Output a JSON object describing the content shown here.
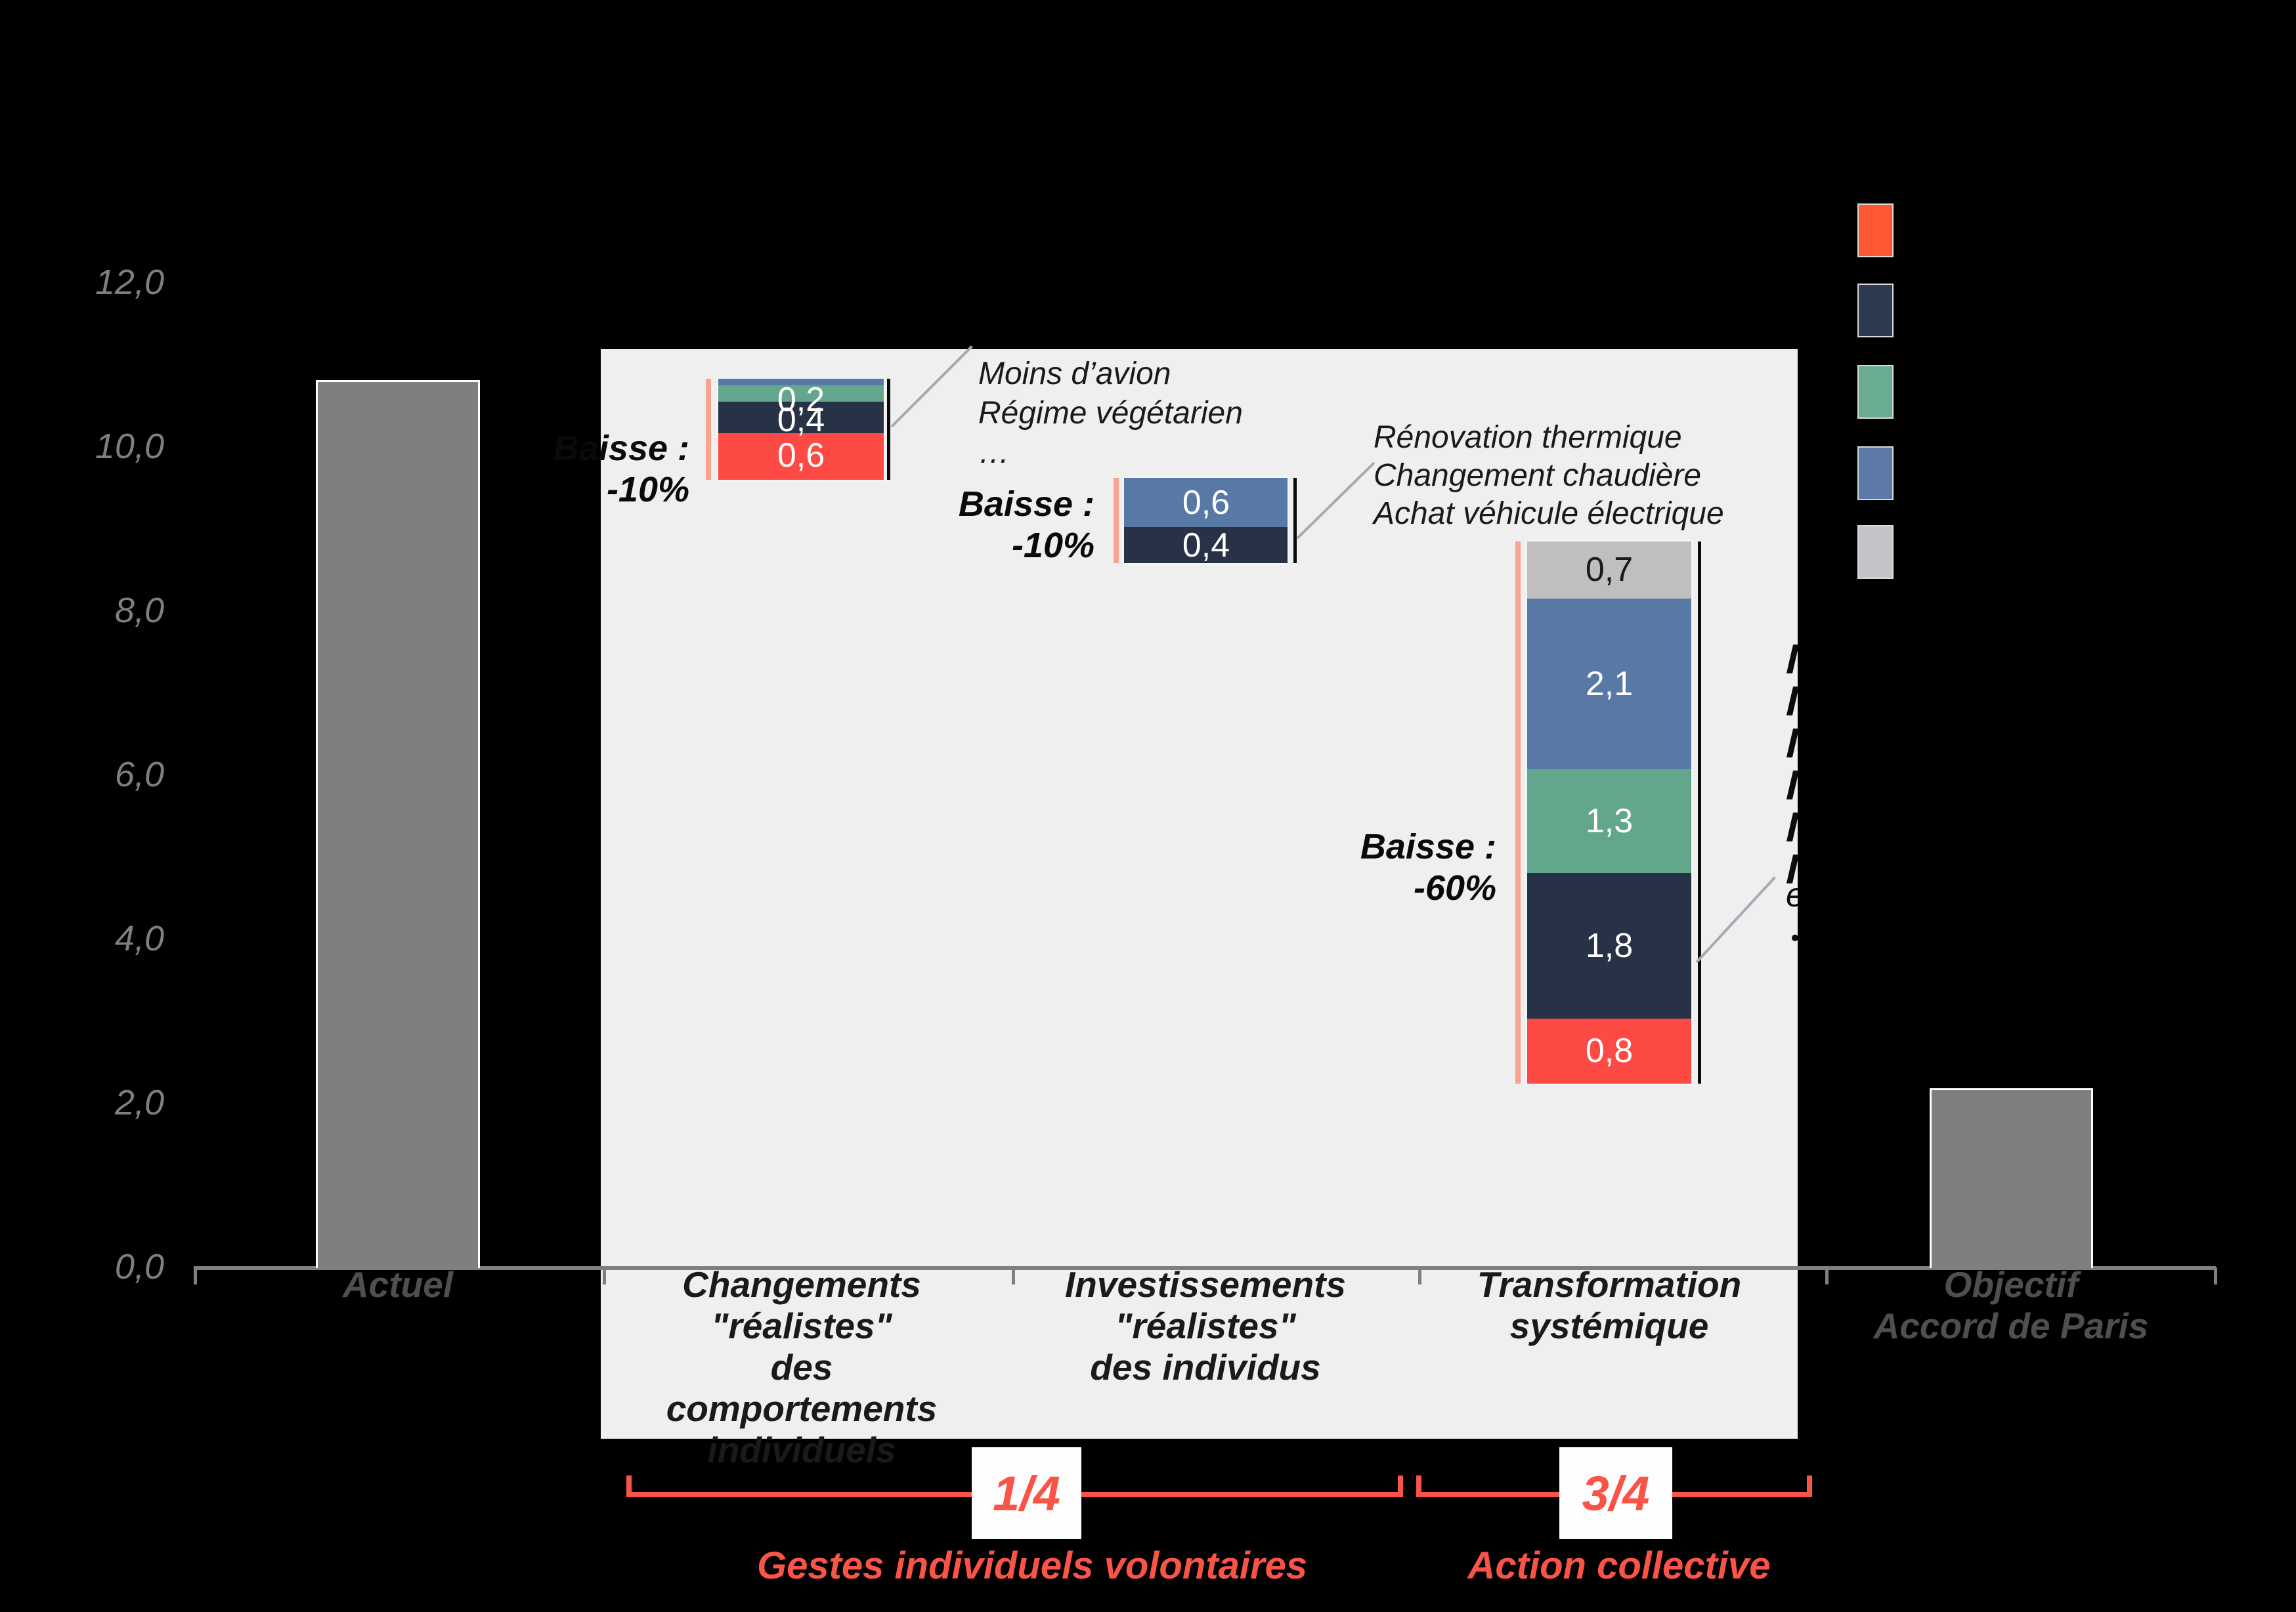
{
  "colors": {
    "background": "#000000",
    "panel": "#EFEFEF",
    "total_bar_gray": "#7F7F7F",
    "segment_red": "#FD4A44",
    "segment_navy": "#273246",
    "segment_green": "#62A78C",
    "segment_blue": "#5878A5",
    "segment_gray": "#BFBFBF",
    "legend_orange": "#FF5733",
    "legend_navy": "#2E3A50",
    "legend_green": "#69AC91",
    "legend_blue": "#5C79A8",
    "legend_gray": "#C4C4C8",
    "whisker_salmon": "#F8A491",
    "accent_red": "#FA5347",
    "annotation_line_gray": "#A8A8B2",
    "axis_gray": "#7F7F7F"
  },
  "y_axis": {
    "ticks": [
      {
        "label": "12,0"
      },
      {
        "label": "10,0"
      },
      {
        "label": "8,0"
      },
      {
        "label": "6,0"
      },
      {
        "label": "4,0"
      },
      {
        "label": "2,0"
      },
      {
        "label": "0,0"
      }
    ]
  },
  "legend": {
    "labels_visible": false,
    "swatches": [
      {
        "name": "orange-red"
      },
      {
        "name": "navy"
      },
      {
        "name": "green"
      },
      {
        "name": "blue"
      },
      {
        "name": "gray"
      }
    ]
  },
  "chart_data": {
    "type": "bar",
    "subtype": "waterfall-stacked",
    "title": "",
    "xlabel": "",
    "ylabel": "",
    "ylim": [
      0,
      12
    ],
    "ytick_values": [
      0,
      2,
      4,
      6,
      8,
      10,
      12
    ],
    "grid": false,
    "legend_position": "top-right",
    "categories": [
      "Actuel",
      "Changements \"réalistes\" des comportements individuels",
      "Investissements \"réalistes\" des individus",
      "Transformation systémique",
      "Objectif Accord de Paris"
    ],
    "bars": [
      {
        "category": "Actuel",
        "kind": "total",
        "value": 10.8
      },
      {
        "category": "Changements \"réalistes\" des comportements individuels",
        "kind": "stacked-floating",
        "from": 10.8,
        "to": 9.5,
        "reduction": "-10%",
        "segments": [
          {
            "color": "blue",
            "value": 0.1,
            "label": ""
          },
          {
            "color": "green",
            "value": 0.2,
            "label": "0,2"
          },
          {
            "color": "navy",
            "value": 0.4,
            "label": "0,4"
          },
          {
            "color": "red",
            "value": 0.6,
            "label": "0,6"
          }
        ]
      },
      {
        "category": "Investissements \"réalistes\" des individus",
        "kind": "stacked-floating",
        "from": 9.5,
        "to": 8.5,
        "reduction": "-10%",
        "segments": [
          {
            "color": "blue",
            "value": 0.6,
            "label": "0,6"
          },
          {
            "color": "navy",
            "value": 0.4,
            "label": "0,4"
          }
        ]
      },
      {
        "category": "Transformation systémique",
        "kind": "stacked-floating",
        "from": 8.8,
        "to": 2.2,
        "reduction": "-60%",
        "segments": [
          {
            "color": "gray",
            "value": 0.7,
            "label": "0,7"
          },
          {
            "color": "blue",
            "value": 2.1,
            "label": "2,1"
          },
          {
            "color": "green",
            "value": 1.3,
            "label": "1,3"
          },
          {
            "color": "navy",
            "value": 1.8,
            "label": "1,8"
          },
          {
            "color": "red",
            "value": 0.8,
            "label": "0,8"
          }
        ]
      },
      {
        "category": "Objectif Accord de Paris",
        "kind": "total",
        "value": 2.0
      }
    ]
  },
  "labels": {
    "baisse1": {
      "l1": "Baisse :",
      "l2": "-10%"
    },
    "baisse2": {
      "l1": "Baisse :",
      "l2": "-10%"
    },
    "baisse3": {
      "l1": "Baisse :",
      "l2": "-60%"
    },
    "callout1": {
      "l1": "Moins d’avion",
      "l2": "Régime végétarien",
      "l3": "…"
    },
    "callout2": {
      "l1": "Rénovation thermique",
      "l2": "Changement chaudière",
      "l3": "Achat véhicule électrique"
    },
    "seg1": {
      "a": "0,2",
      "b": "0,4",
      "c": "0,6"
    },
    "seg2": {
      "a": "0,6",
      "b": "0,4"
    },
    "seg3": {
      "a": "0,7",
      "b": "2,1",
      "c": "1,3",
      "d": "1,8",
      "e": "0,8"
    },
    "cat_actuel": "Actuel",
    "cat_changements": {
      "l1": "Changements",
      "l2": "\"réalistes\"",
      "l3": "des comportements",
      "l4": "individuels"
    },
    "cat_invest": {
      "l1": "Investissements",
      "l2": "\"réalistes\"",
      "l3": "des individus"
    },
    "cat_transfo": {
      "l1": "Transformation",
      "l2": "systémique"
    },
    "cat_objectif": {
      "l1": "Objectif",
      "l2": "Accord de Paris"
    },
    "y12": "12,0",
    "y10": "10,0",
    "y8": "8,0",
    "y6": "6,0",
    "y4": "4,0",
    "y2": "2,0",
    "y0": "0,0",
    "frac1": "1/4",
    "frac2": "3/4",
    "caption1": "Gestes individuels volontaires",
    "caption2": "Action collective",
    "frag_e": "e"
  },
  "right_annotation": {
    "visible": "clipped-by-dark-background",
    "readable_fragments": [
      "e",
      "•"
    ],
    "fragment_line_count": 8
  }
}
